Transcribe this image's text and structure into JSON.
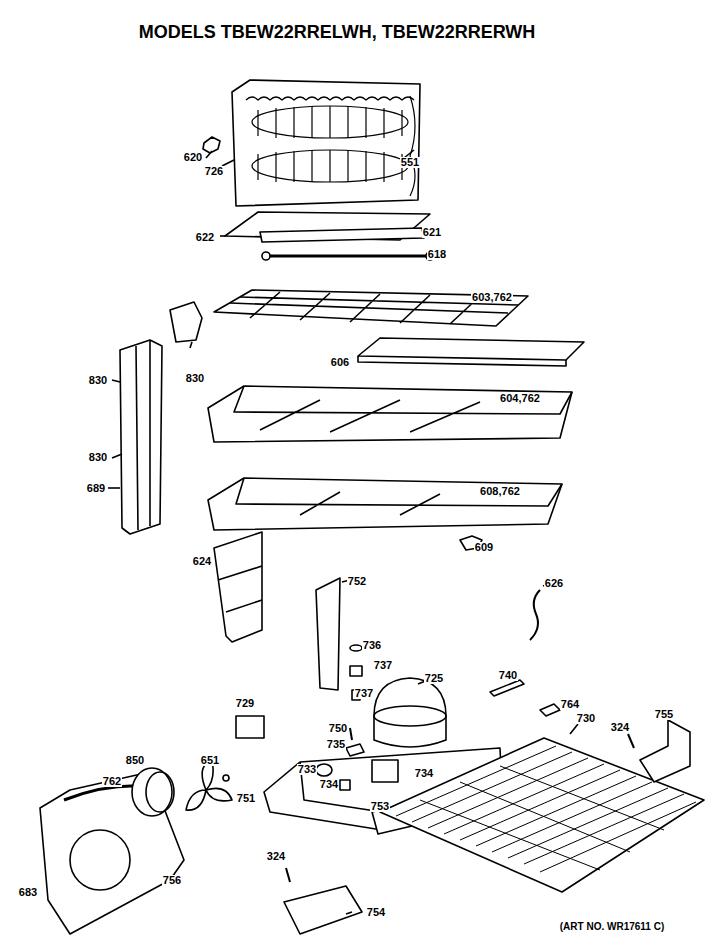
{
  "diagram": {
    "title": "MODELS TBEW22RRELWH, TBEW22RRERWH",
    "caption": "(ART NO. WR17611 C)",
    "labels": [
      "620",
      "726",
      "551",
      "622",
      "621",
      "618",
      "603,762",
      "830",
      "606",
      "830",
      "604,762",
      "830",
      "689",
      "608,762",
      "609",
      "624",
      "752",
      "626",
      "736",
      "737",
      "725",
      "740",
      "737",
      "729",
      "750",
      "735",
      "764",
      "730",
      "324",
      "755",
      "733",
      "734",
      "734",
      "751",
      "651",
      "850",
      "762",
      "753",
      "324",
      "754",
      "756",
      "683"
    ]
  }
}
